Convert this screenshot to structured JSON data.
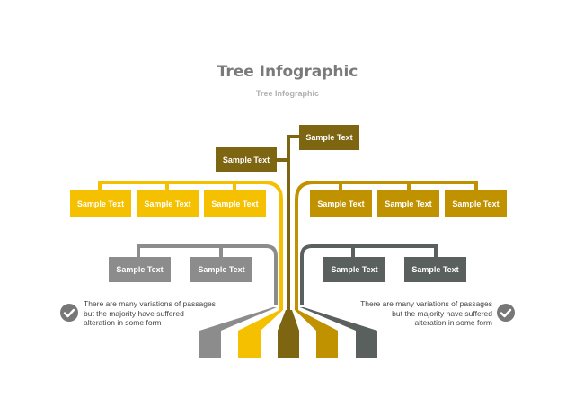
{
  "title": "Tree Infographic",
  "subtitle": "Tree Infographic",
  "colors": {
    "dark_olive": "#7d6512",
    "yellow": "#f5c000",
    "gold": "#c09200",
    "gray": "#8c8c8c",
    "slate": "#5a605d"
  },
  "nodes": {
    "top_right": "Sample Text",
    "top_left": "Sample Text",
    "yellow_1": "Sample Text",
    "yellow_2": "Sample Text",
    "yellow_3": "Sample Text",
    "gold_1": "Sample Text",
    "gold_2": "Sample Text",
    "gold_3": "Sample Text",
    "gray_1": "Sample Text",
    "gray_2": "Sample Text",
    "slate_1": "Sample Text",
    "slate_2": "Sample Text"
  },
  "notes": {
    "left": "There are many variations of passages\n but the majority have  suffered\nalteration in some form",
    "right": "There are many variations of passages\nbut the majority have  suffered\nalteration in some form"
  },
  "icons": {
    "left": "check-circle-icon",
    "right": "check-circle-icon"
  }
}
